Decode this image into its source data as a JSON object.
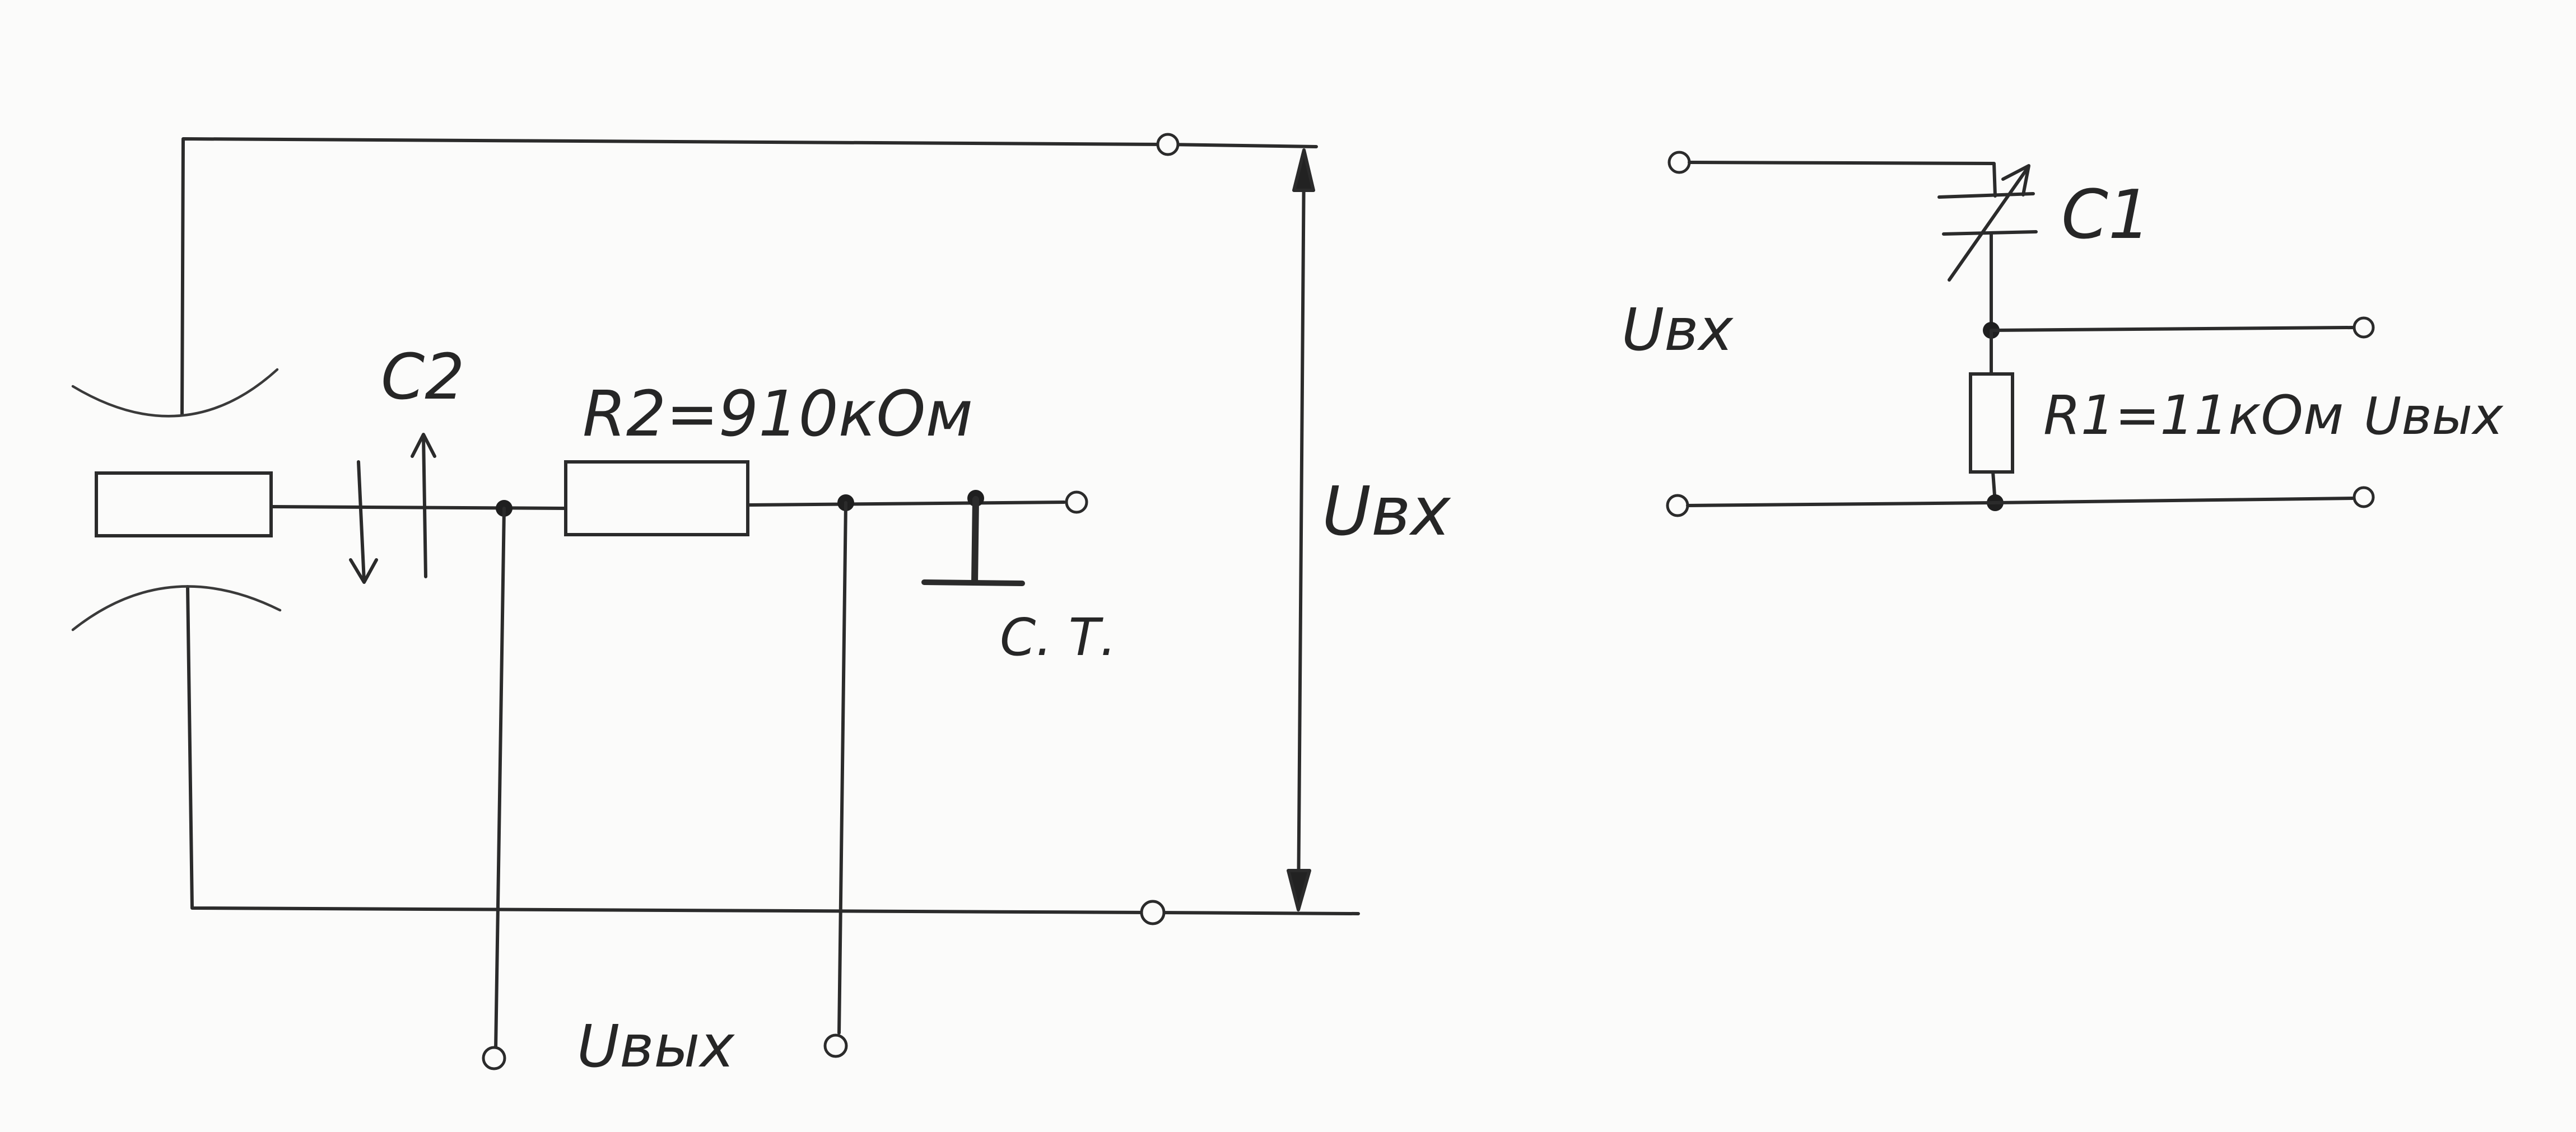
{
  "left_circuit": {
    "capacitor_label": "C2",
    "resistor_label": "R2=910кОм",
    "input_voltage_label": "Uвх",
    "output_voltage_label": "Uвых",
    "tuning_label": "С. Т."
  },
  "right_circuit": {
    "capacitor_label": "C1",
    "resistor_label": "R1=11кОм",
    "input_voltage_label": "Uвх",
    "output_voltage_label": "Uвых"
  }
}
